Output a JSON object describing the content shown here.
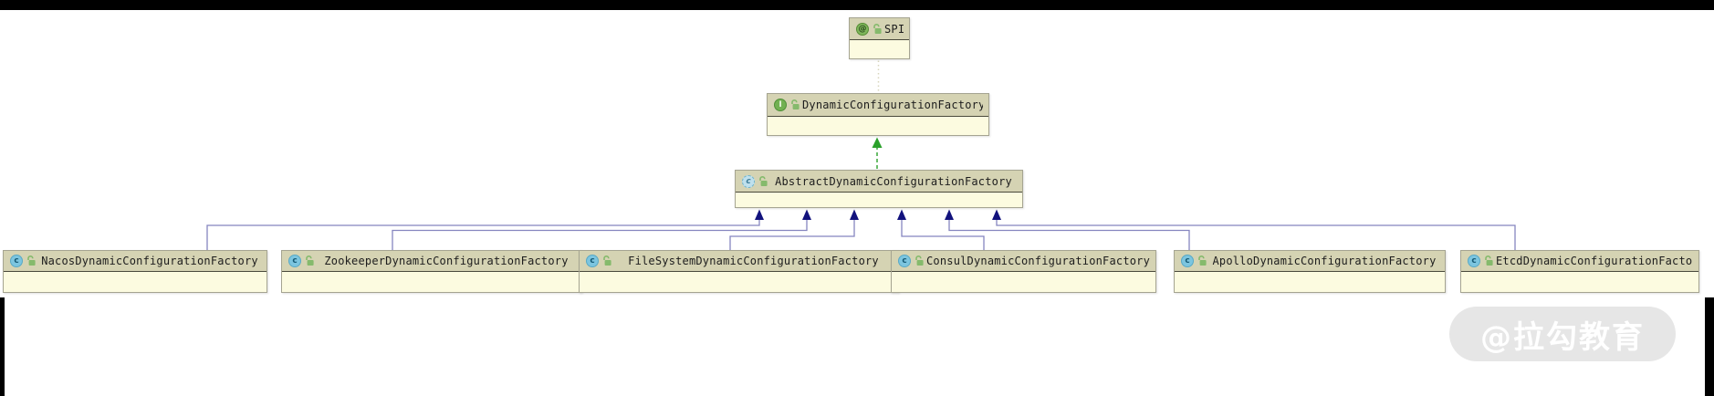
{
  "colors": {
    "node_header_bg": "#d5d3b3",
    "node_body_bg": "#fcfbe0",
    "node_border": "#a5a491",
    "inherit_line": "#8585bf",
    "inherit_arrow": "#12127d",
    "implements_arrow": "#2aa12a",
    "annotation_link": "#d8d6bd",
    "class_icon_bg": "#7cc5df",
    "interface_icon_bg": "#72b152",
    "annotation_icon_bg": "#7fb65a",
    "lock_icon_color": "#85ba6c",
    "watermark_bg": "#e6e6e6",
    "watermark_text_color": "#ffffff",
    "frame_bar_color": "#000000"
  },
  "nodes": {
    "spi": {
      "label": "SPI",
      "kind": "annotation",
      "icon_glyph": "@"
    },
    "factory": {
      "label": "DynamicConfigurationFactory",
      "kind": "interface",
      "icon_glyph": "I"
    },
    "abstract_factory": {
      "label": "AbstractDynamicConfigurationFactory",
      "kind": "abstract-class",
      "icon_glyph": "c"
    },
    "nacos": {
      "label": "NacosDynamicConfigurationFactory",
      "kind": "class",
      "icon_glyph": "c"
    },
    "zookeeper": {
      "label": "ZookeeperDynamicConfigurationFactory",
      "kind": "class",
      "icon_glyph": "c"
    },
    "filesystem": {
      "label": "FileSystemDynamicConfigurationFactory",
      "kind": "class",
      "icon_glyph": "c"
    },
    "consul": {
      "label": "ConsulDynamicConfigurationFactory",
      "kind": "class",
      "icon_glyph": "c"
    },
    "apollo": {
      "label": "ApolloDynamicConfigurationFactory",
      "kind": "class",
      "icon_glyph": "c"
    },
    "etcd": {
      "label": "EtcdDynamicConfigurationFactory",
      "kind": "class",
      "icon_glyph": "c"
    }
  },
  "edges": [
    {
      "from": "AbstractDynamicConfigurationFactory",
      "to": "DynamicConfigurationFactory",
      "type": "implements"
    },
    {
      "from": "DynamicConfigurationFactory",
      "to": "SPI",
      "type": "annotation"
    },
    {
      "from": "NacosDynamicConfigurationFactory",
      "to": "AbstractDynamicConfigurationFactory",
      "type": "extends"
    },
    {
      "from": "ZookeeperDynamicConfigurationFactory",
      "to": "AbstractDynamicConfigurationFactory",
      "type": "extends"
    },
    {
      "from": "FileSystemDynamicConfigurationFactory",
      "to": "AbstractDynamicConfigurationFactory",
      "type": "extends"
    },
    {
      "from": "ConsulDynamicConfigurationFactory",
      "to": "AbstractDynamicConfigurationFactory",
      "type": "extends"
    },
    {
      "from": "ApolloDynamicConfigurationFactory",
      "to": "AbstractDynamicConfigurationFactory",
      "type": "extends"
    },
    {
      "from": "EtcdDynamicConfigurationFactory",
      "to": "AbstractDynamicConfigurationFactory",
      "type": "extends"
    }
  ],
  "watermark": {
    "text": "@拉勾教育"
  }
}
